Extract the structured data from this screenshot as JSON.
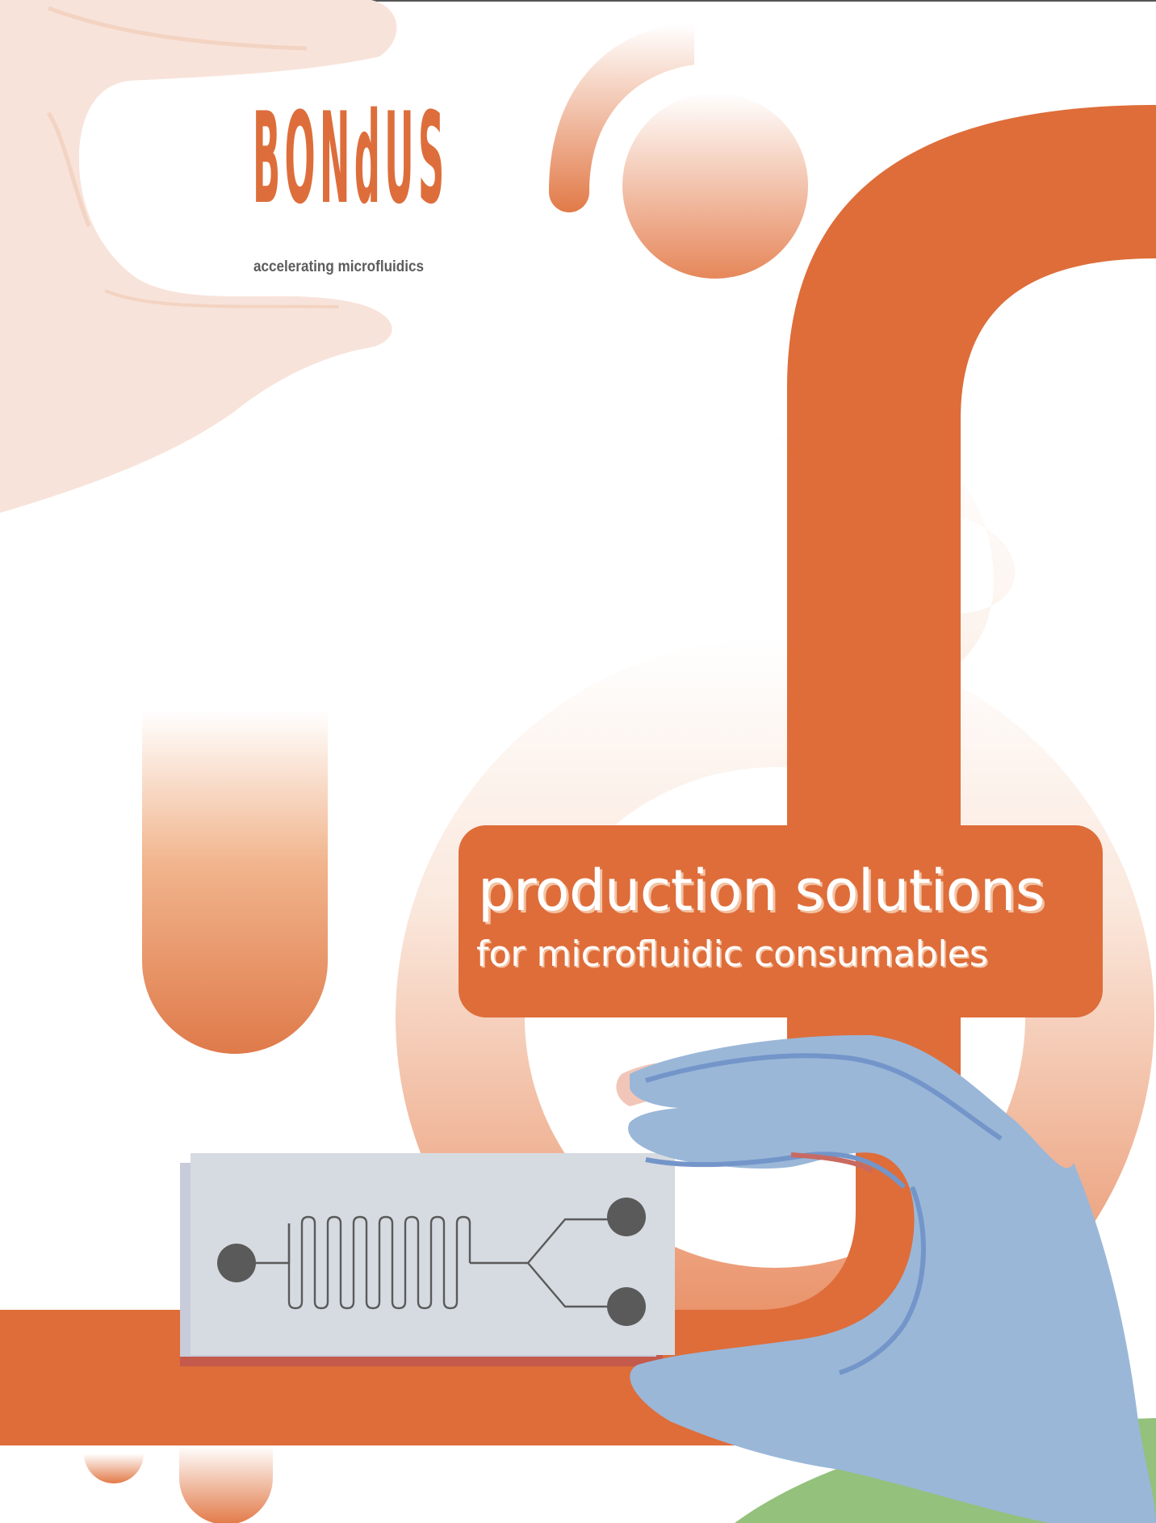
{
  "brand": {
    "name": "BONdUS",
    "tagline": "accelerating microfluidics"
  },
  "headline": {
    "title": "production solutions",
    "subtitle": "for microfluidic consumables"
  },
  "colors": {
    "accent_orange": "#de6d3a",
    "skin_tone": "#f8e4dc",
    "glove_blue": "#9ab7d8",
    "chip_gray": "#d6dbe1",
    "channel_dark": "#5a5a5a",
    "leaf_green": "#94c17c"
  },
  "icons": [
    "hand-holding-icon",
    "gloved-hand-icon",
    "microfluidic-chip-icon"
  ]
}
